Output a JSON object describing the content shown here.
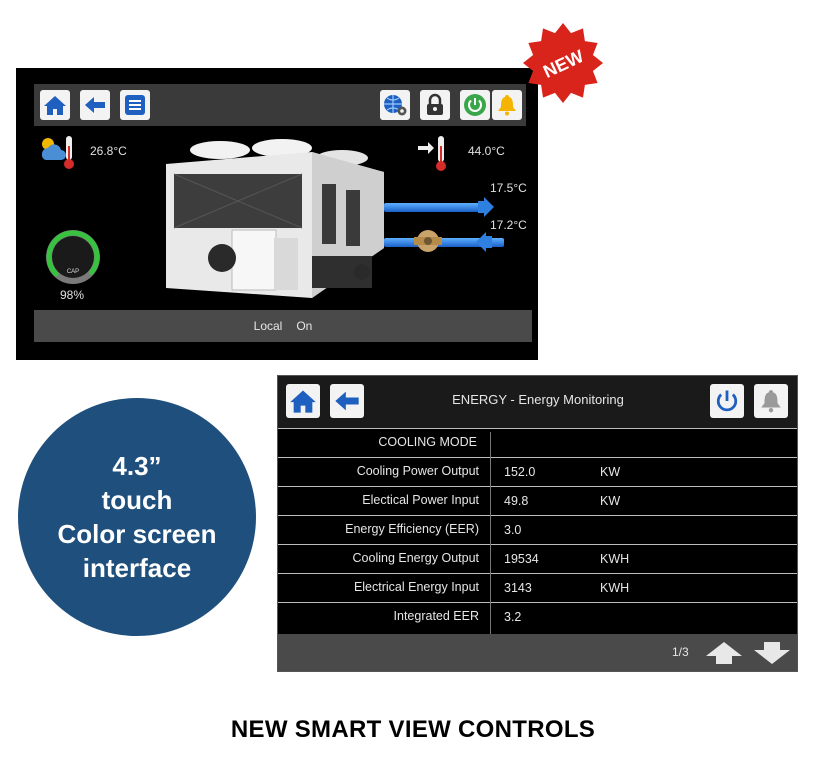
{
  "screen1": {
    "ambient_temp": "26.8°C",
    "discharge_temp": "44.0°C",
    "water_out_temp": "17.5°C",
    "water_in_temp": "17.2°C",
    "capacity_gauge_label": "CAP",
    "capacity_percent": "98%",
    "capacity_value": 0.98,
    "status_mode": "Local",
    "status_state": "On",
    "icons": [
      "home-icon",
      "back-arrow-icon",
      "list-icon",
      "network-settings-icon",
      "lock-icon",
      "power-icon",
      "bell-icon"
    ]
  },
  "badge": {
    "text": "NEW",
    "color": "#d9241b"
  },
  "feature_circle": {
    "lines": [
      "4.3”",
      "touch",
      "Color screen",
      "interface"
    ],
    "color": "#1f4f7c"
  },
  "screen2": {
    "title": "ENERGY - Energy Monitoring",
    "section_label": "COOLING MODE",
    "rows": [
      {
        "label": "Cooling Power Output",
        "value": "152.0",
        "unit": "KW"
      },
      {
        "label": "Electical Power Input",
        "value": "49.8",
        "unit": "KW"
      },
      {
        "label": "Energy Efficiency (EER)",
        "value": "3.0",
        "unit": ""
      },
      {
        "label": "Cooling Energy Output",
        "value": "19534",
        "unit": "KWH"
      },
      {
        "label": "Electrical Energy Input",
        "value": "3143",
        "unit": "KWH"
      },
      {
        "label": "Integrated EER",
        "value": "3.2",
        "unit": ""
      }
    ],
    "page": "1/3",
    "icons": [
      "home-icon",
      "back-arrow-icon",
      "power-icon",
      "bell-icon",
      "arrow-up-icon",
      "arrow-down-icon"
    ]
  },
  "footer_title": "NEW SMART VIEW CONTROLS"
}
